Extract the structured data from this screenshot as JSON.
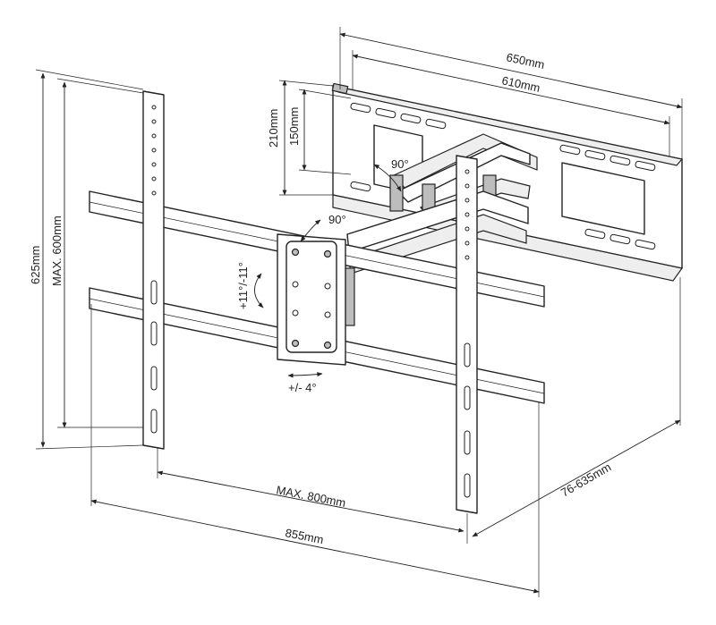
{
  "dimensions": {
    "width_outer": "650mm",
    "width_inner": "610mm",
    "wall_height_outer": "210mm",
    "wall_height_inner": "150mm",
    "tv_height_outer": "625mm",
    "tv_height_max": "MAX. 600mm",
    "tv_width_max": "MAX. 800mm",
    "tv_width_outer": "855mm",
    "extension": "76-635mm"
  },
  "angles": {
    "swivel_wall": "90°",
    "swivel_head": "90°",
    "tilt": "+11°/-11°",
    "level": "+/- 4°"
  }
}
